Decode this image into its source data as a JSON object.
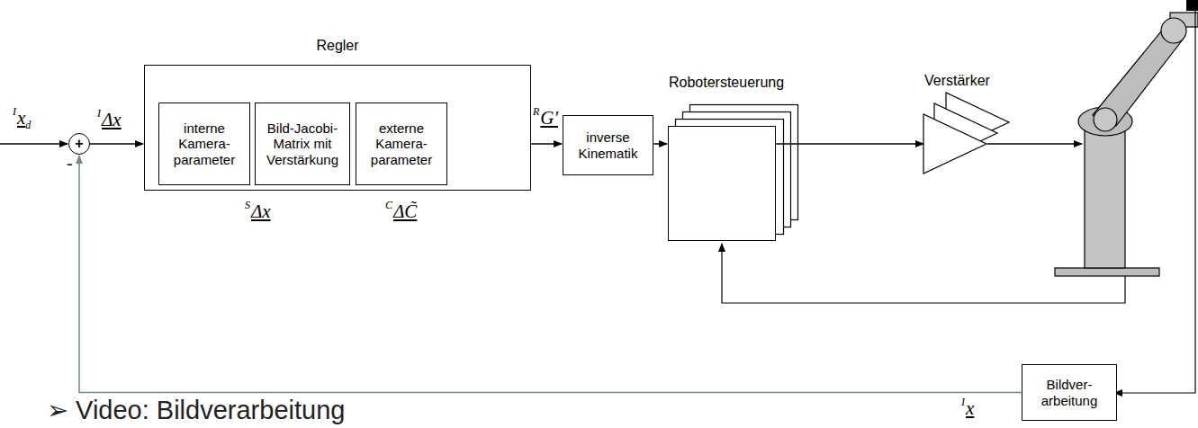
{
  "diagram": {
    "nodes": [
      {
        "text": [
          "+"
        ]
      },
      {
        "text": [
          "Regler"
        ]
      },
      {
        "text": [
          "interne Kamera- parameter"
        ],
        "in": 1
      },
      {
        "text": [
          "Bild-Jacobi- Matrix mit Verstärkung"
        ],
        "in": 1
      },
      {
        "text": [
          "externe Kamera- parameter"
        ],
        "in": 1
      },
      {
        "text": [
          "inverse Kinematik"
        ]
      },
      {
        "text": [
          "Robotersteuerung"
        ]
      },
      {
        "text": [
          "Verstärker"
        ]
      },
      {
        "text": [
          "Bildver- arbeitung"
        ]
      }
    ],
    "edges": [
      {
        "from": 0,
        "to": 1,
        "arrow": "to"
      },
      {
        "from": 1,
        "to": 5,
        "arrow": "to"
      },
      {
        "from": 5,
        "to": 6,
        "arrow": "to"
      },
      {
        "from": 6,
        "to": 7,
        "arrow": "to"
      },
      {
        "from": 8,
        "to": 0,
        "arrow": "to"
      }
    ],
    "labels": [
      "I",
      "x",
      "d",
      "-",
      "I",
      "Δx",
      "S",
      "Δx",
      "C",
      "ΔC̃",
      "R",
      "G'",
      "I",
      "x",
      "➢ Video: Bildverarbeitung"
    ]
  }
}
